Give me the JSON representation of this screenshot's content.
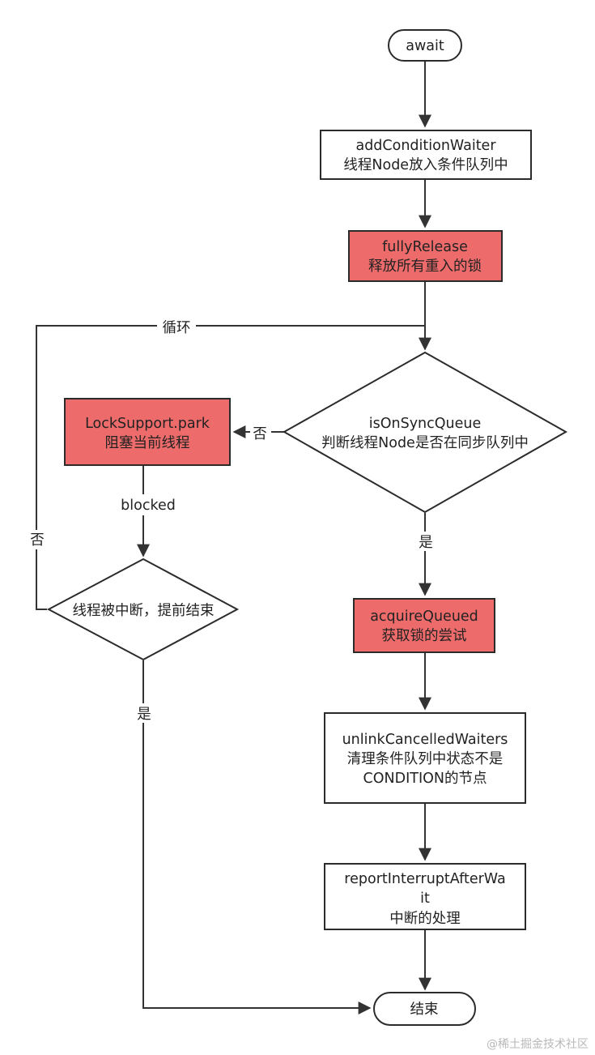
{
  "nodes": {
    "await": {
      "label": "await"
    },
    "add_condition_waiter": {
      "line1": "addConditionWaiter",
      "line2": "线程Node放入条件队列中"
    },
    "fully_release": {
      "line1": "fullyRelease",
      "line2": "释放所有重入的锁"
    },
    "is_on_sync_queue": {
      "line1": "isOnSyncQueue",
      "line2": "判断线程Node是否在同步队列中"
    },
    "lock_support_park": {
      "line1": "LockSupport.park",
      "line2": "阻塞当前线程"
    },
    "interrupted_check": {
      "label": "线程被中断，提前结束"
    },
    "acquire_queued": {
      "line1": "acquireQueued",
      "line2": "获取锁的尝试"
    },
    "unlink_cancelled_waiters": {
      "line1": "unlinkCancelledWaiters",
      "line2": "清理条件队列中状态不是",
      "line3": "CONDITION的节点"
    },
    "report_interrupt": {
      "line1": "reportInterruptAfterWa",
      "line2": "it",
      "line3": "中断的处理"
    },
    "end": {
      "label": "结束"
    }
  },
  "edge_labels": {
    "loop": "循环",
    "not_on_sync_queue": "否",
    "on_sync_queue": "是",
    "blocked": "blocked",
    "not_interrupted": "否",
    "interrupted": "是"
  },
  "watermark": "@稀土掘金技术社区",
  "colors": {
    "highlight_fill": "#ee6b6b",
    "normal_fill": "#ffffff",
    "stroke": "#2b2b2b",
    "edge": "#333333"
  }
}
